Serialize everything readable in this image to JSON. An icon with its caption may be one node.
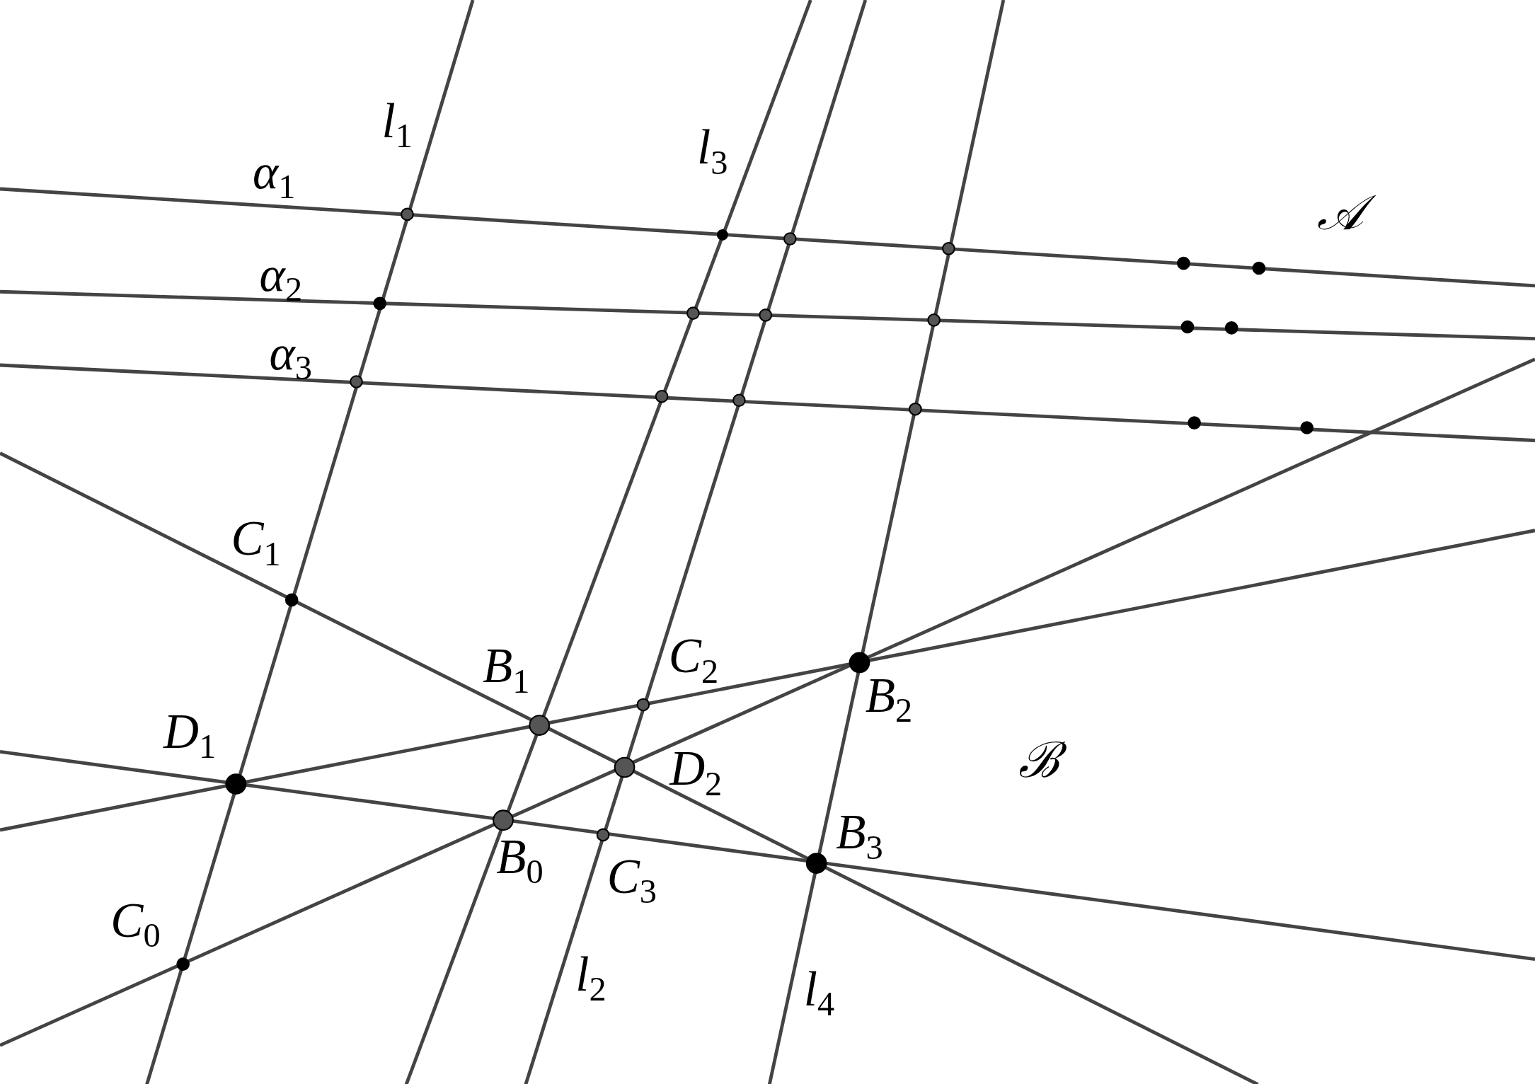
{
  "diagram": {
    "labels": [
      "l$_{1}$",
      "l$_{3}$",
      "α$_{1}$",
      "𝒜",
      "α$_{2}$",
      "α$_{3}$",
      "C$_{1}$",
      "B$_{1}$",
      "C$_{2}$",
      "B$_{2}$",
      "D$_{1}$",
      "D$_{2}$",
      "ℬ",
      "B$_{0}$",
      "C$_{3}$",
      "B$_{3}$",
      "C$_{0}$",
      "l$_{2}$",
      "l$_{4}$"
    ]
  }
}
